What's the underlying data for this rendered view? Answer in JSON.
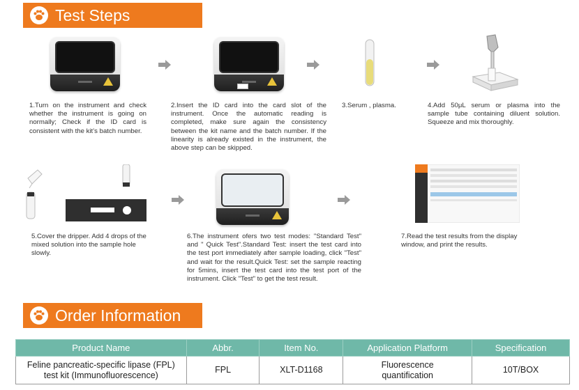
{
  "sections": {
    "test_steps_title": "Test Steps",
    "order_info_title": "Order Information"
  },
  "steps": [
    {
      "text": "1.Turn on the instrument and check whether the instrument is going on normally; Check if the ID card is consistent with the kit’s batch number."
    },
    {
      "text": "2.Insert the ID card into the card slot of the instrument. Once the automatic reading is completed, make sure again the consistency between the kit name and the batch number. If the linearity is already existed in the instrument, the above step can be skipped."
    },
    {
      "text": "3.Serum , plasma."
    },
    {
      "text": "4.Add 50μL serum or plasma into the sample tube containing diluent solution. Squeeze and mix thoroughly."
    },
    {
      "text": "5.Cover the dripper. Add 4 drops of the mixed solution into the sample hole slowly."
    },
    {
      "text": "6.The instrument ofers two test modes: \"Standard Test\" and \" Quick Test\".Standard Test: insert the test card into the test port immediately after sample loading, click \"Test\" and wait for the result.Quick Test: set the sample reacting for 5mins, insert the test card into the test port of the instrument. Click \"Test\" to get the test result."
    },
    {
      "text": "7.Read the test results from the display window, and print the results."
    }
  ],
  "order_table": {
    "headers": [
      "Product Name",
      "Abbr.",
      "Item No.",
      "Application Platform",
      "Specification"
    ],
    "row": {
      "product_name": "Feline pancreatic-specific lipase (FPL) test kit (Immunofluorescence)",
      "abbr": "FPL",
      "item_no": "XLT-D1168",
      "platform": "Fluorescence quantification",
      "spec": "10T/BOX"
    }
  },
  "colors": {
    "banner": "#ee7a1e",
    "table_header": "#6fb8a8"
  }
}
